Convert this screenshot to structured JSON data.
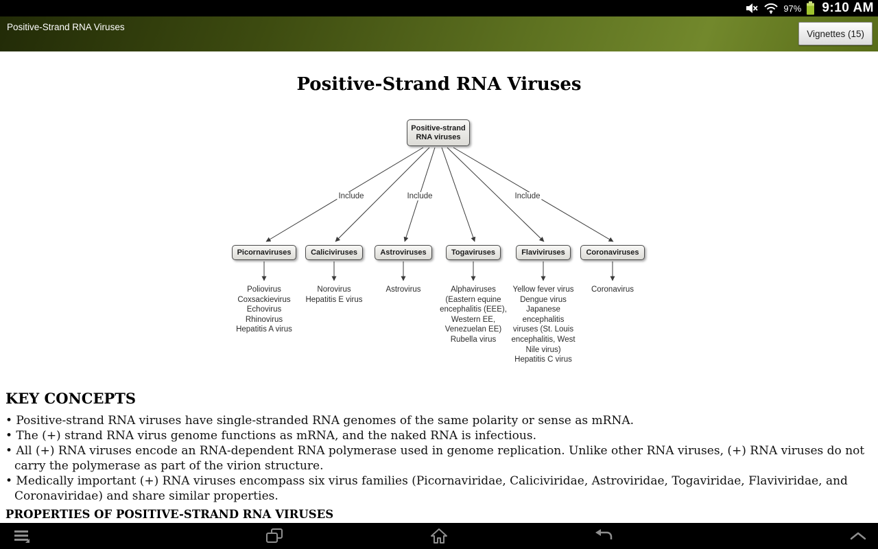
{
  "status_bar": {
    "battery_percent": "97%",
    "time": "9:10 AM"
  },
  "action_bar": {
    "title": "Positive-Strand RNA Viruses",
    "vignettes_button_label": "Vignettes (15)"
  },
  "document": {
    "title": "Positive-Strand RNA Viruses",
    "key_concepts_heading": "KEY CONCEPTS",
    "bullets": [
      "• Positive-strand RNA viruses have single-stranded RNA genomes of the same polarity or sense as mRNA.",
      "• The (+) strand RNA virus genome functions as mRNA, and the naked RNA is infectious.",
      "• All (+) RNA viruses encode an RNA-dependent RNA polymerase used in genome replication. Unlike other RNA viruses, (+) RNA viruses do not carry the polymerase as part of the virion structure.",
      "• Medically important (+) RNA viruses encompass six virus families (Picornaviridae, Caliciviridae, Astroviridae, Togaviridae, Flaviviridae, and Coronaviridae) and share similar properties."
    ],
    "properties_heading": "PROPERTIES OF POSITIVE-STRAND RNA VIRUSES"
  },
  "diagram": {
    "root_label": "Positive-strand\nRNA viruses",
    "include_labels": [
      "Include",
      "Include",
      "Include"
    ],
    "families": [
      {
        "name": "Picornaviruses",
        "members": "Poliovirus\nCoxsackievirus\nEchovirus\nRhinovirus\nHepatitis A virus"
      },
      {
        "name": "Caliciviruses",
        "members": "Norovirus\nHepatitis E virus"
      },
      {
        "name": "Astroviruses",
        "members": "Astrovirus"
      },
      {
        "name": "Togaviruses",
        "members": "Alphaviruses\n(Eastern equine\nencephalitis (EEE),\nWestern EE,\nVenezuelan EE)\nRubella virus"
      },
      {
        "name": "Flaviviruses",
        "members": "Yellow fever virus\nDengue virus\nJapanese\nencephalitis\nviruses (St. Louis\nencephalitis, West\nNile virus)\nHepatitis C virus"
      },
      {
        "name": "Coronaviruses",
        "members": "Coronavirus"
      }
    ]
  },
  "colors": {
    "battery_green": "#a0c42e",
    "nav_icon_gray": "#8f8f8f",
    "diagram_line": "#3a3a3a"
  }
}
